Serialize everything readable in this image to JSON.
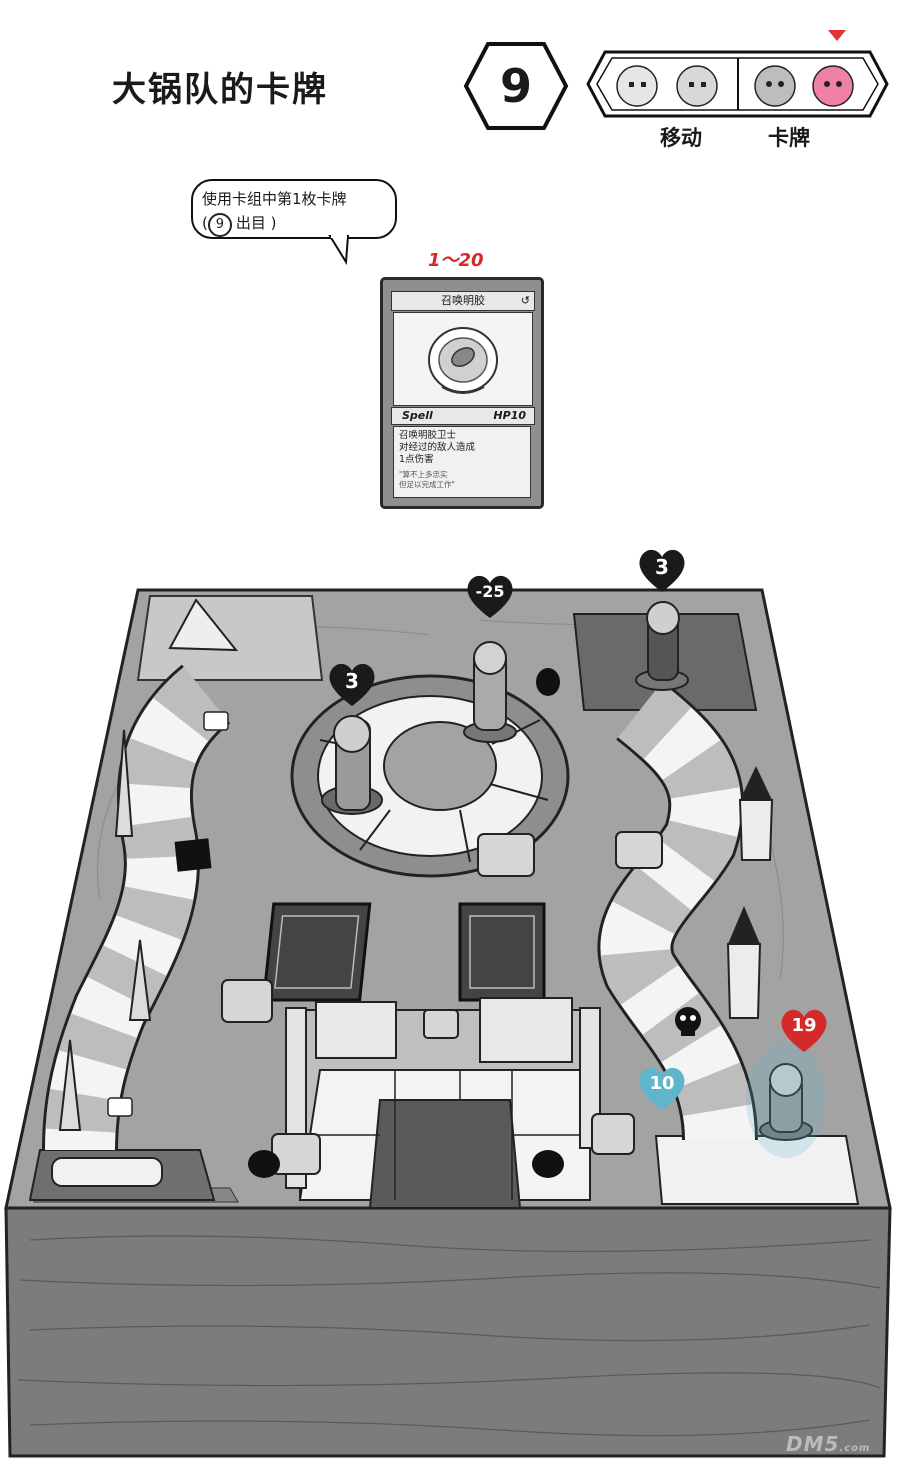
{
  "header": {
    "title": "大锅队的卡牌",
    "turn_number": "9",
    "label_move": "移动",
    "label_card": "卡牌"
  },
  "bubble": {
    "line1": "使用卡组中第1枚卡牌",
    "circle_num": "9",
    "line2_suffix": "出目 )",
    "line2_prefix": "("
  },
  "card_range": "1～20",
  "card": {
    "name": "召唤明胶",
    "type": "Spell",
    "hp": "HP10",
    "desc_lines": [
      "召唤明胶卫士",
      "对经过的敌人造成",
      "1点伤害"
    ],
    "flavor_lines": [
      "\"算不上多忠实",
      "但足以完成工作\""
    ]
  },
  "board": {
    "hearts": [
      {
        "value": "-25",
        "color": "#1a1a1a"
      },
      {
        "value": "3",
        "color": "#1a1a1a"
      },
      {
        "value": "3",
        "color": "#1a1a1a"
      },
      {
        "value": "19",
        "color": "#d42a2a"
      },
      {
        "value": "10",
        "color": "#5fb6cc"
      }
    ]
  },
  "watermark": {
    "brand": "DM5",
    "suffix": ".com"
  },
  "colors": {
    "accent_red": "#d42a2a",
    "accent_cyan": "#5fb6cc",
    "board_gray": "#9a9a9a"
  }
}
